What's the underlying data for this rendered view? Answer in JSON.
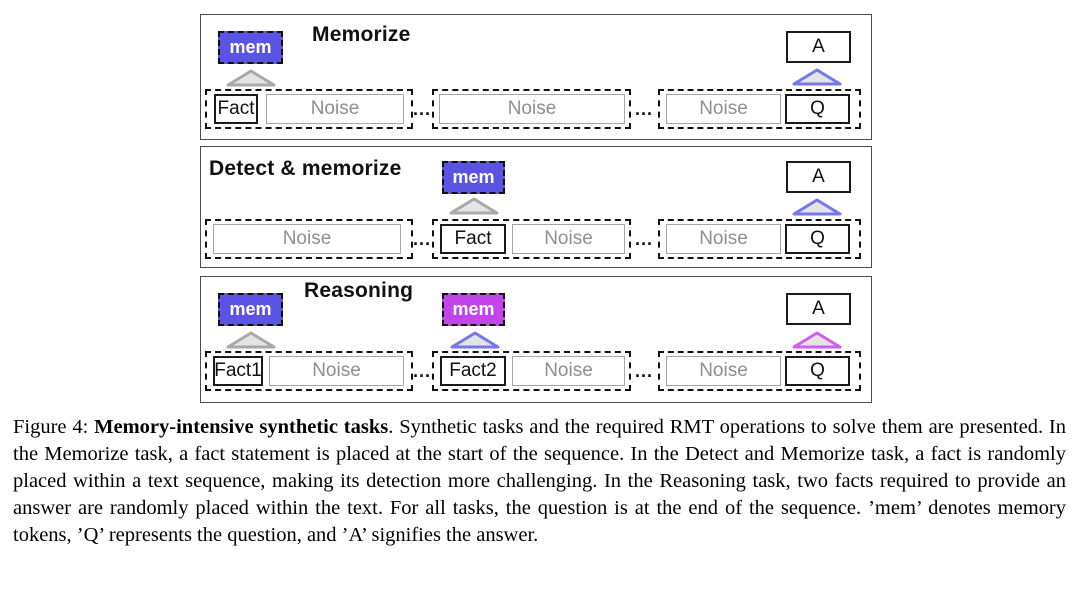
{
  "colors": {
    "mem_blue": "#5b53e3",
    "mem_magenta": "#c344e8",
    "tri_fill": "#e4e4e4",
    "tri_gray": "#a9a9a9",
    "tri_blue": "#7477ee",
    "tri_magenta": "#d05df2"
  },
  "ellipsis": "...",
  "panels": [
    {
      "title": "Memorize",
      "mem1": "mem",
      "answer": "A",
      "question": "Q",
      "seg1_fact": "Fact",
      "seg1_noise": "Noise",
      "seg2_noise": "Noise",
      "seg3_noise": "Noise"
    },
    {
      "title": "Detect & memorize",
      "mem1": "mem",
      "answer": "A",
      "question": "Q",
      "seg1_noise": "Noise",
      "seg2_fact": "Fact",
      "seg2_noise": "Noise",
      "seg3_noise": "Noise"
    },
    {
      "title": "Reasoning",
      "mem1": "mem",
      "mem2": "mem",
      "answer": "A",
      "question": "Q",
      "seg1_fact": "Fact1",
      "seg1_noise": "Noise",
      "seg2_fact": "Fact2",
      "seg2_noise": "Noise",
      "seg3_noise": "Noise"
    }
  ],
  "caption": {
    "label": "Figure 4:",
    "title": "Memory-intensive synthetic tasks",
    "body": ". Synthetic tasks and the required RMT operations to solve them are presented. In the Memorize task, a fact statement is placed at the start of the sequence. In the Detect and Memorize task, a fact is randomly placed within a text sequence, making its detection more challenging. In the Reasoning task, two facts required to provide an answer are randomly placed within the text. For all tasks, the question is at the end of the sequence. ’mem’ denotes memory tokens, ’Q’ represents the question, and ’A’ signifies the answer."
  }
}
